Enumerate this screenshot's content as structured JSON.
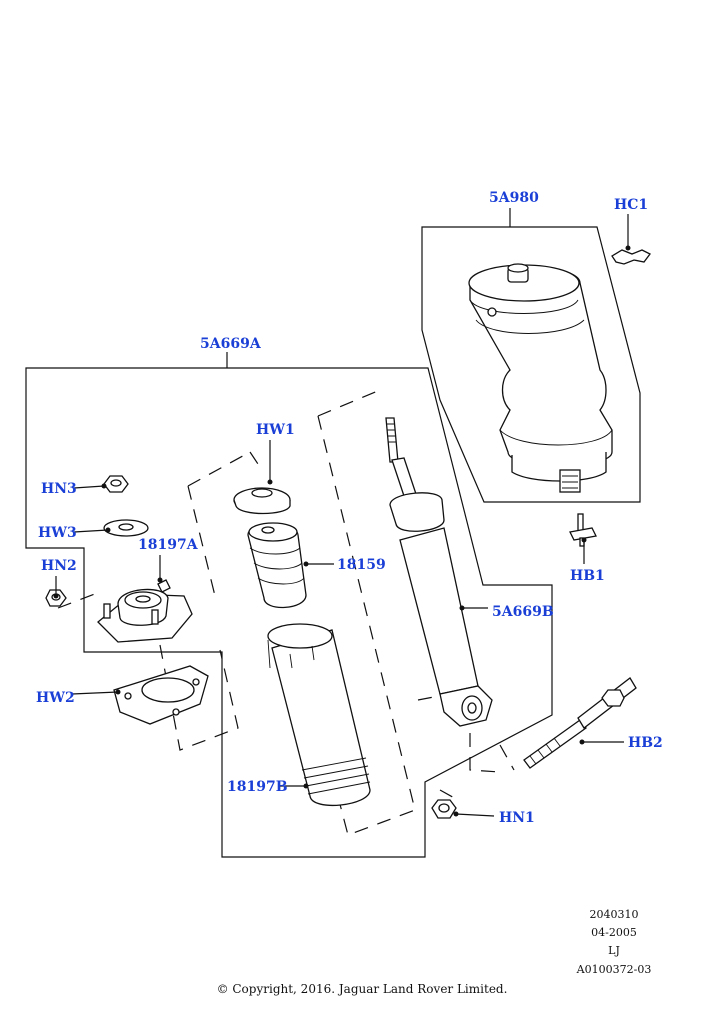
{
  "callouts": {
    "c5A980": "5A980",
    "cHC1": "HC1",
    "c5A669A": "5A669A",
    "cHW1": "HW1",
    "cHN3": "HN3",
    "cHW3": "HW3",
    "c18197A": "18197A",
    "cHN2": "HN2",
    "c18159": "18159",
    "c5A669B": "5A669B",
    "cHB1": "HB1",
    "cHW2": "HW2",
    "cHB2": "HB2",
    "c18197B": "18197B",
    "cHN1": "HN1"
  },
  "reference": {
    "number": "2040310",
    "date": "04-2005",
    "initials": "LJ",
    "code": "A0100372-03"
  },
  "copyright": "© Copyright, 2016. Jaguar Land Rover Limited.",
  "colors": {
    "callout": "#1a3fd6",
    "line": "#111111"
  }
}
